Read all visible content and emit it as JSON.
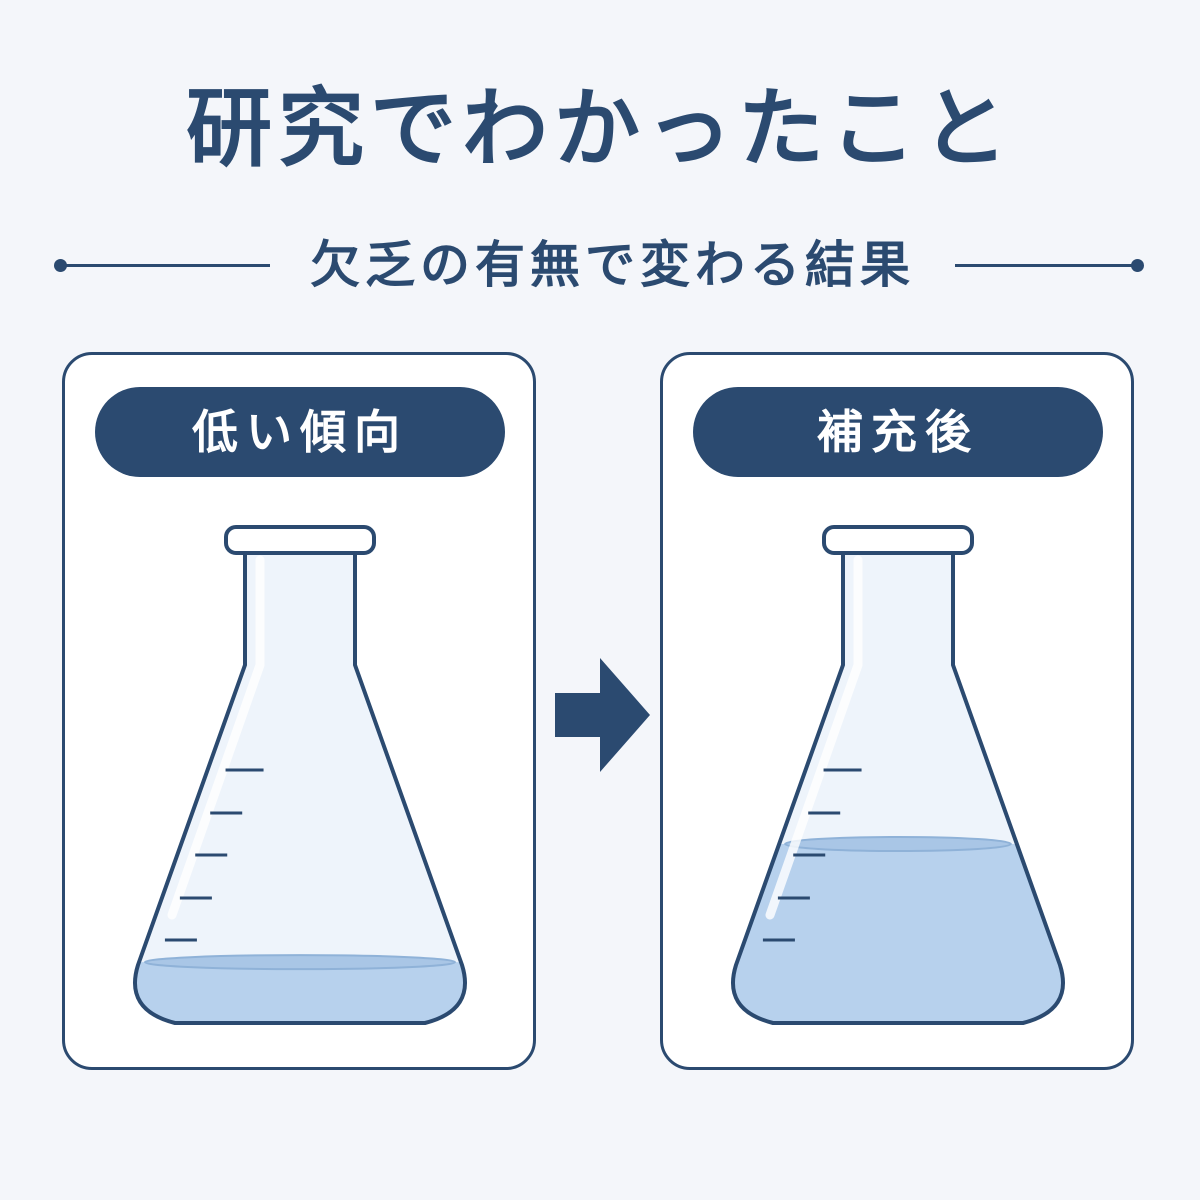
{
  "title": "研究でわかったこと",
  "subtitle": "欠乏の有無で変わる結果",
  "panels": [
    {
      "label": "低い傾向",
      "liquid_level": 0.17
    },
    {
      "label": "補充後",
      "liquid_level": 0.5
    }
  ],
  "colors": {
    "primary": "#2b4a70",
    "background": "#f4f6fa",
    "liquid": "#b7d1ed",
    "glass": "#eef4fb"
  },
  "icons": {
    "flask": "erlenmeyer-flask-icon",
    "arrow": "right-arrow-icon"
  }
}
